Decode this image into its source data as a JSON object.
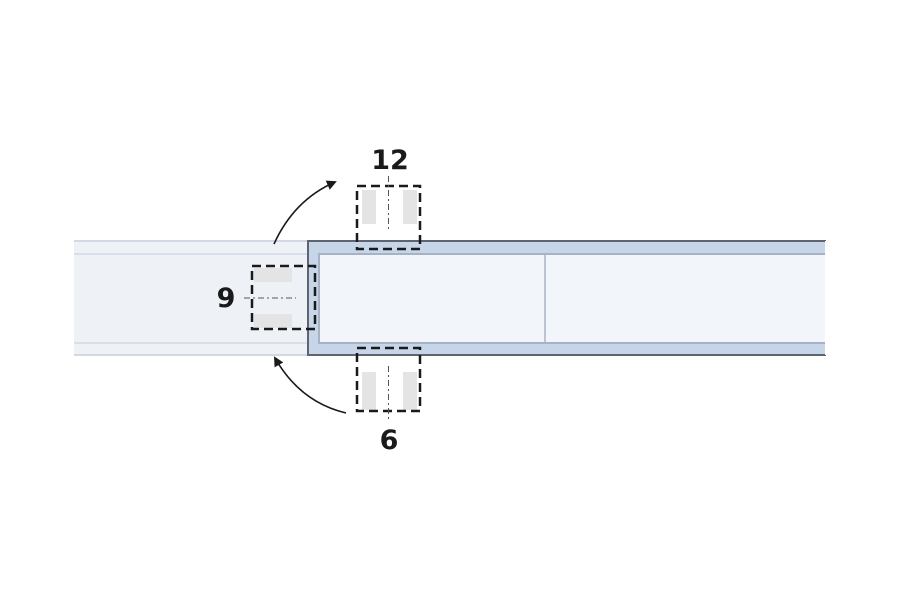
{
  "labels": {
    "top": "12",
    "left": "9",
    "bottom": "6"
  },
  "colors": {
    "ghost_fill": "#eef2f7",
    "ghost_stroke": "#d3d9e3",
    "frame_fill": "#c6d5e7",
    "frame_stroke": "#5f6570",
    "inner_fill": "#f2f6fb",
    "inner_stroke": "#a7b3c4",
    "marker_stroke": "#1a1a1a",
    "marker_shade": "#e4e4e4",
    "text": "#1a1a1a"
  },
  "icons": {
    "rotate_up": "curved-arrow-up-icon",
    "rotate_down": "curved-arrow-down-icon"
  }
}
